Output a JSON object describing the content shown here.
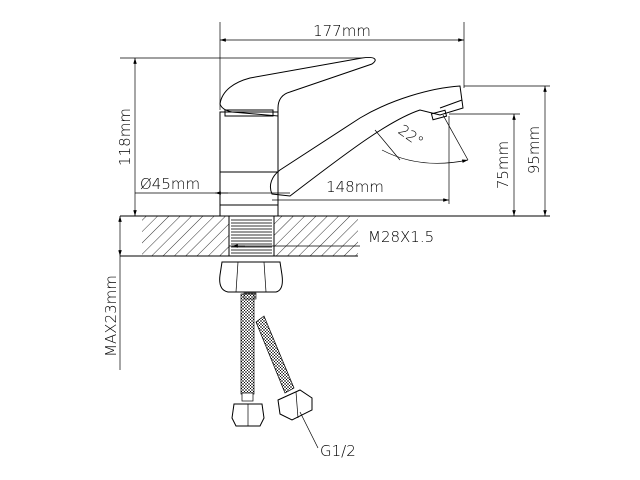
{
  "drawing": {
    "title": "Faucet technical dimension drawing",
    "stroke_color": "#000000",
    "background": "#ffffff",
    "dimensions": {
      "overall_width": "177mm",
      "spout_reach": "148mm",
      "total_height": "118mm",
      "base_diameter": "Ø45mm",
      "swivel_angle": "22°",
      "spout_outlet_height": "75mm",
      "spout_top_height": "95mm",
      "thread": "M28X1.5",
      "max_counter_thickness": "MAX23mm",
      "hose_connection": "G1/2"
    }
  }
}
